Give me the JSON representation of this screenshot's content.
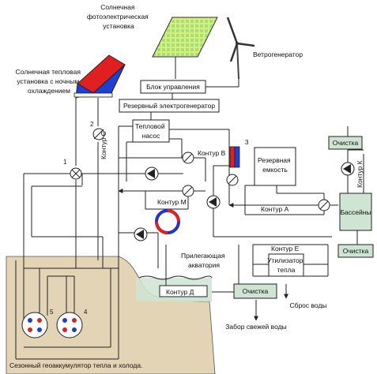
{
  "labels": {
    "solar_pv": [
      "Солнечная",
      "фотоэлектрическая",
      "установка"
    ],
    "wind": "Ветрогенератор",
    "solar_thermal": [
      "Солнечная тепловая",
      "установка с ночным",
      "охлаждением"
    ],
    "control_unit": "Блок управления",
    "reserve_generator": "Резервный электрогенератор",
    "heat_pump": [
      "Тепловой",
      "насос"
    ],
    "circuit_c": "Контур С",
    "circuit_b": "Контур В",
    "circuit_m": "Контур М",
    "circuit_a": "Контур А",
    "circuit_e": "Контур Е",
    "circuit_k": "Контур К",
    "circuit_d": "Контур Д",
    "reserve_tank": [
      "Резервная",
      "емкость"
    ],
    "cleaning_top": "Очистка",
    "pools": "Бассейны",
    "cleaning_right": "Очистка",
    "heat_utilizer": [
      "Утилизатор",
      "тепла"
    ],
    "cleaning_bottom": "Очистка",
    "adjacent_water": [
      "Прилегающая",
      "акватория"
    ],
    "water_discharge": "Сброс воды",
    "fresh_water_intake": "Забор свежей воды",
    "accumulator": "Сезонный геоаккумулятор тепла и холода.",
    "num_1": "1",
    "num_2": "2",
    "num_3": "3",
    "num_4": "4",
    "num_5": "5"
  },
  "colors": {
    "ground": "#e2d4b4",
    "water": "#cfe4d2",
    "panel_green": "#9be08a",
    "panel_grid": "#f2f26a",
    "thermal_red": "#e02020",
    "thermal_blue": "#1f3fd0",
    "loop_blue": "#2233cc",
    "loop_red": "#dd2222"
  }
}
